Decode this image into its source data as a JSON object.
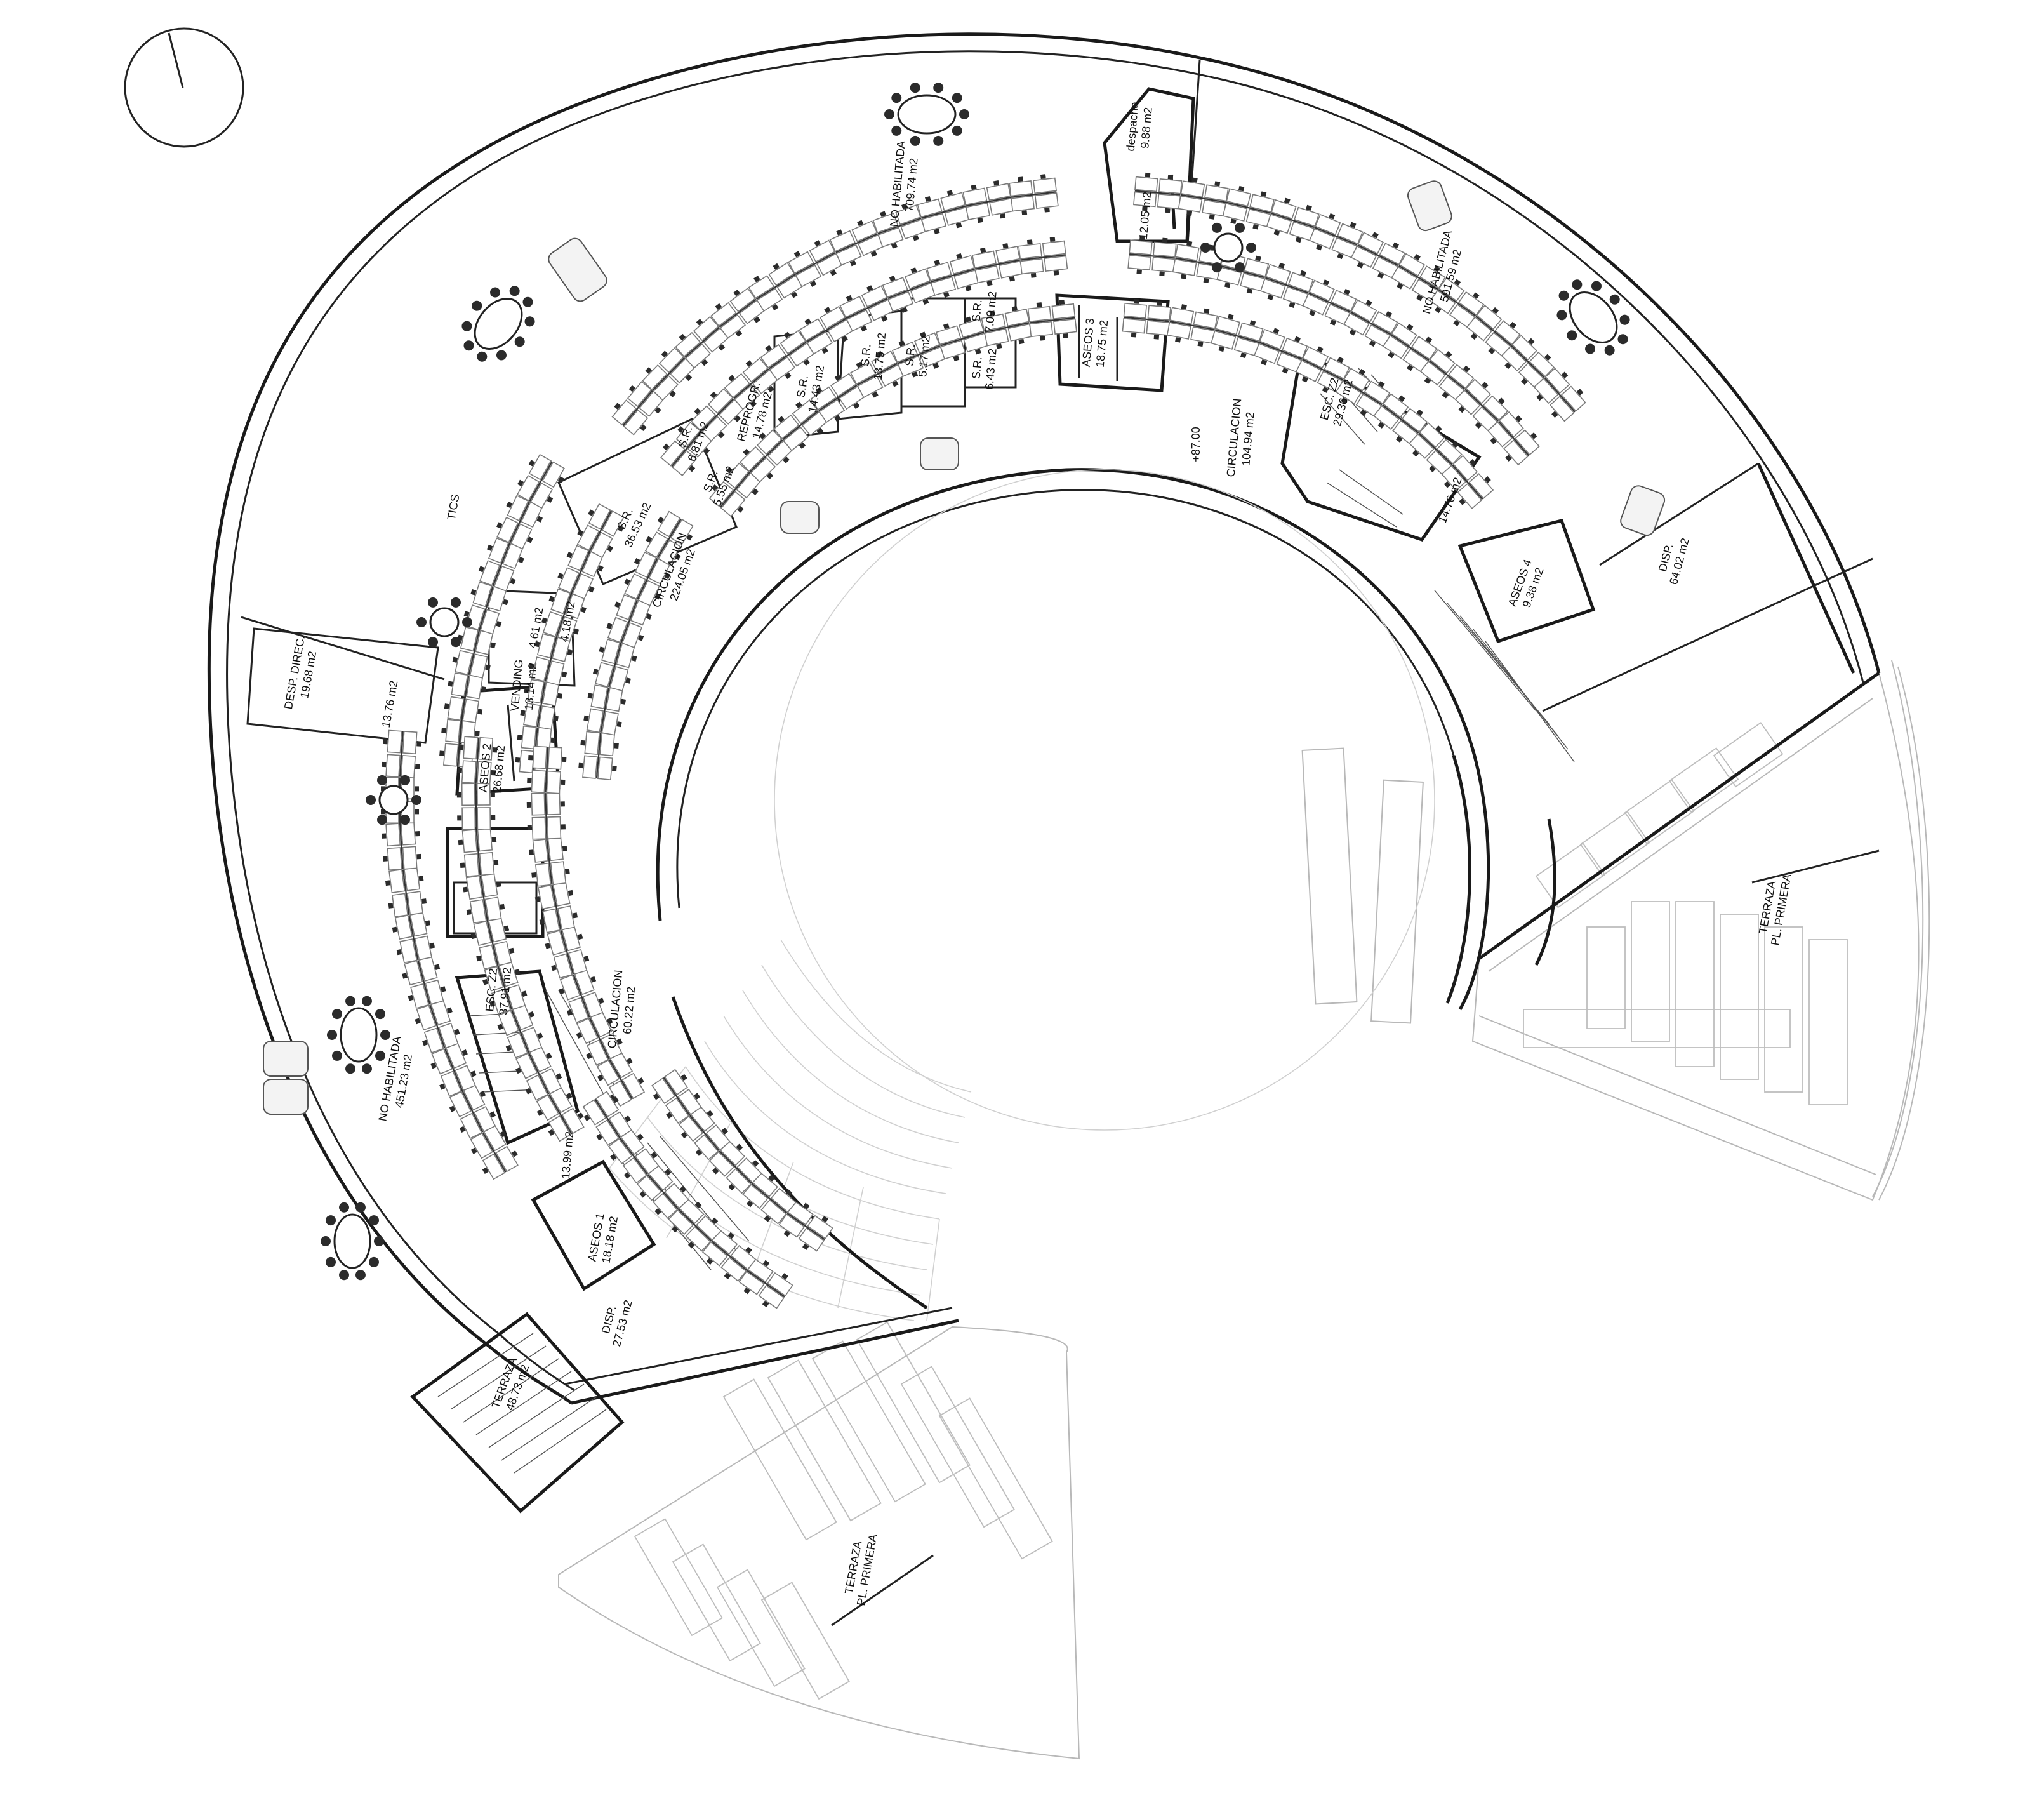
{
  "rooms": [
    {
      "id": "no-hab-1",
      "name": "NO HABILITADA",
      "area": "709.74 m2"
    },
    {
      "id": "no-hab-2",
      "name": "NO HABILITADA",
      "area": "591.59 m2"
    },
    {
      "id": "no-hab-3",
      "name": "NO HABILITADA",
      "area": "451.23 m2"
    },
    {
      "id": "despacho",
      "name": "despacho",
      "area": "9.88 m2"
    },
    {
      "id": "despacho-b",
      "name": "",
      "area": "12.05 m2"
    },
    {
      "id": "sr-709",
      "name": "S.R.",
      "area": "7.09 m2"
    },
    {
      "id": "sr-643",
      "name": "S.R.",
      "area": "6.43 m2"
    },
    {
      "id": "sr-1375",
      "name": "S.R.",
      "area": "13.75 m2"
    },
    {
      "id": "sr-517",
      "name": "S.R.",
      "area": "5.17 m2"
    },
    {
      "id": "sr-1443",
      "name": "S.R.",
      "area": "14.43 m2"
    },
    {
      "id": "reprogr",
      "name": "REPROGR.",
      "area": "14.78 m2"
    },
    {
      "id": "sr-681",
      "name": "S.R.",
      "area": "6.81 m2"
    },
    {
      "id": "sr-555",
      "name": "S.R.",
      "area": "5.55 m2"
    },
    {
      "id": "sr-3653",
      "name": "S.R.",
      "area": "36.53 m2"
    },
    {
      "id": "aseos-3",
      "name": "ASEOS 3",
      "area": "18.75 m2"
    },
    {
      "id": "circ-1",
      "name": "CIRCULACION",
      "area": "104.94 m2"
    },
    {
      "id": "level",
      "name": "+87.00",
      "area": ""
    },
    {
      "id": "esc-z2-a",
      "name": "ESC. Z2",
      "area": "29.36 m2"
    },
    {
      "id": "room-1476",
      "name": "",
      "area": "14.76 m2"
    },
    {
      "id": "aseos-4",
      "name": "ASEOS 4",
      "area": "9.38 m2"
    },
    {
      "id": "disp-1",
      "name": "DISP.",
      "area": "64.02 m2"
    },
    {
      "id": "tics",
      "name": "TICS",
      "area": ""
    },
    {
      "id": "circ-2",
      "name": "CIRCULACION",
      "area": "224.05 m2"
    },
    {
      "id": "room-461",
      "name": "",
      "area": "4.61 m2"
    },
    {
      "id": "room-418",
      "name": "",
      "area": "4.18 m2"
    },
    {
      "id": "vending",
      "name": "VENDING",
      "area": "13.14 m2"
    },
    {
      "id": "desp-direc",
      "name": "DESP. DIREC.",
      "area": "19.68 m2"
    },
    {
      "id": "room-1376",
      "name": "",
      "area": "13.76 m2"
    },
    {
      "id": "aseos-2",
      "name": "ASEOS 2",
      "area": "26.68 m2"
    },
    {
      "id": "esc-z2-b",
      "name": "ESC. Z2",
      "area": "37.91 m2"
    },
    {
      "id": "circ-3",
      "name": "CIRCULACION",
      "area": "60.22 m2"
    },
    {
      "id": "room-1399",
      "name": "",
      "area": "13.99 m2"
    },
    {
      "id": "aseos-1",
      "name": "ASEOS 1",
      "area": "18.18 m2"
    },
    {
      "id": "disp-2",
      "name": "DISP.",
      "area": "27.53 m2"
    },
    {
      "id": "terraza-1",
      "name": "TERRAZA",
      "area": "48.73 m2"
    },
    {
      "id": "terraza-2",
      "name": "TERRAZA",
      "area": "PL. PRIMERA"
    },
    {
      "id": "terraza-3",
      "name": "TERRAZA",
      "area": "PL. PRIMERA"
    }
  ],
  "colors": {
    "wall": "#1a1a1a",
    "faint": "#b8b8b8",
    "ink": "#111111"
  }
}
